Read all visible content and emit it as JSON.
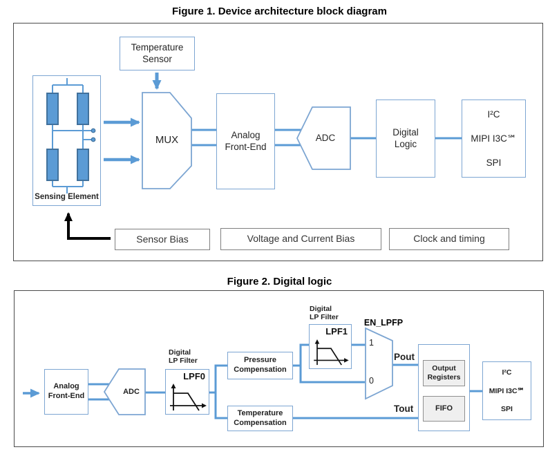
{
  "colors": {
    "diagram_blue": "#5B9BD5",
    "resistor_border": "#41719C",
    "box_border_blue": "#7CA5D2",
    "gray_border": "#7F7F7F",
    "gray_fill": "#EFEFEF",
    "text_dark": "#262626"
  },
  "figure1": {
    "title": "Figure 1. Device architecture block diagram",
    "temperature_sensor": "Temperature Sensor",
    "sensing_element": "Sensing Element",
    "mux": "MUX",
    "analog_front_end": "Analog Front-End",
    "adc": "ADC",
    "digital_logic": "Digital Logic",
    "interfaces": [
      "I²C",
      "MIPI I3C℠",
      "SPI"
    ],
    "sensor_bias": "Sensor Bias",
    "voltage_current_bias": "Voltage and Current Bias",
    "clock_timing": "Clock and timing"
  },
  "figure2": {
    "title": "Figure 2. Digital logic",
    "analog_front_end": "Analog Front-End",
    "adc": "ADC",
    "lpf0_caption": [
      "Digital",
      "LP Filter"
    ],
    "lpf0": "LPF0",
    "lpf1_caption": [
      "Digital",
      "LP Filter"
    ],
    "lpf1": "LPF1",
    "pressure_compensation": "Pressure Compensation",
    "temperature_compensation": "Temperature Compensation",
    "en_lpfp": "EN_LPFP",
    "mux_input_1": "1",
    "mux_input_0": "0",
    "pout": "Pout",
    "tout": "Tout",
    "output_registers": "Output Registers",
    "fifo": "FIFO",
    "interfaces": [
      "I²C",
      "MIPI I3C℠",
      "SPI"
    ]
  }
}
